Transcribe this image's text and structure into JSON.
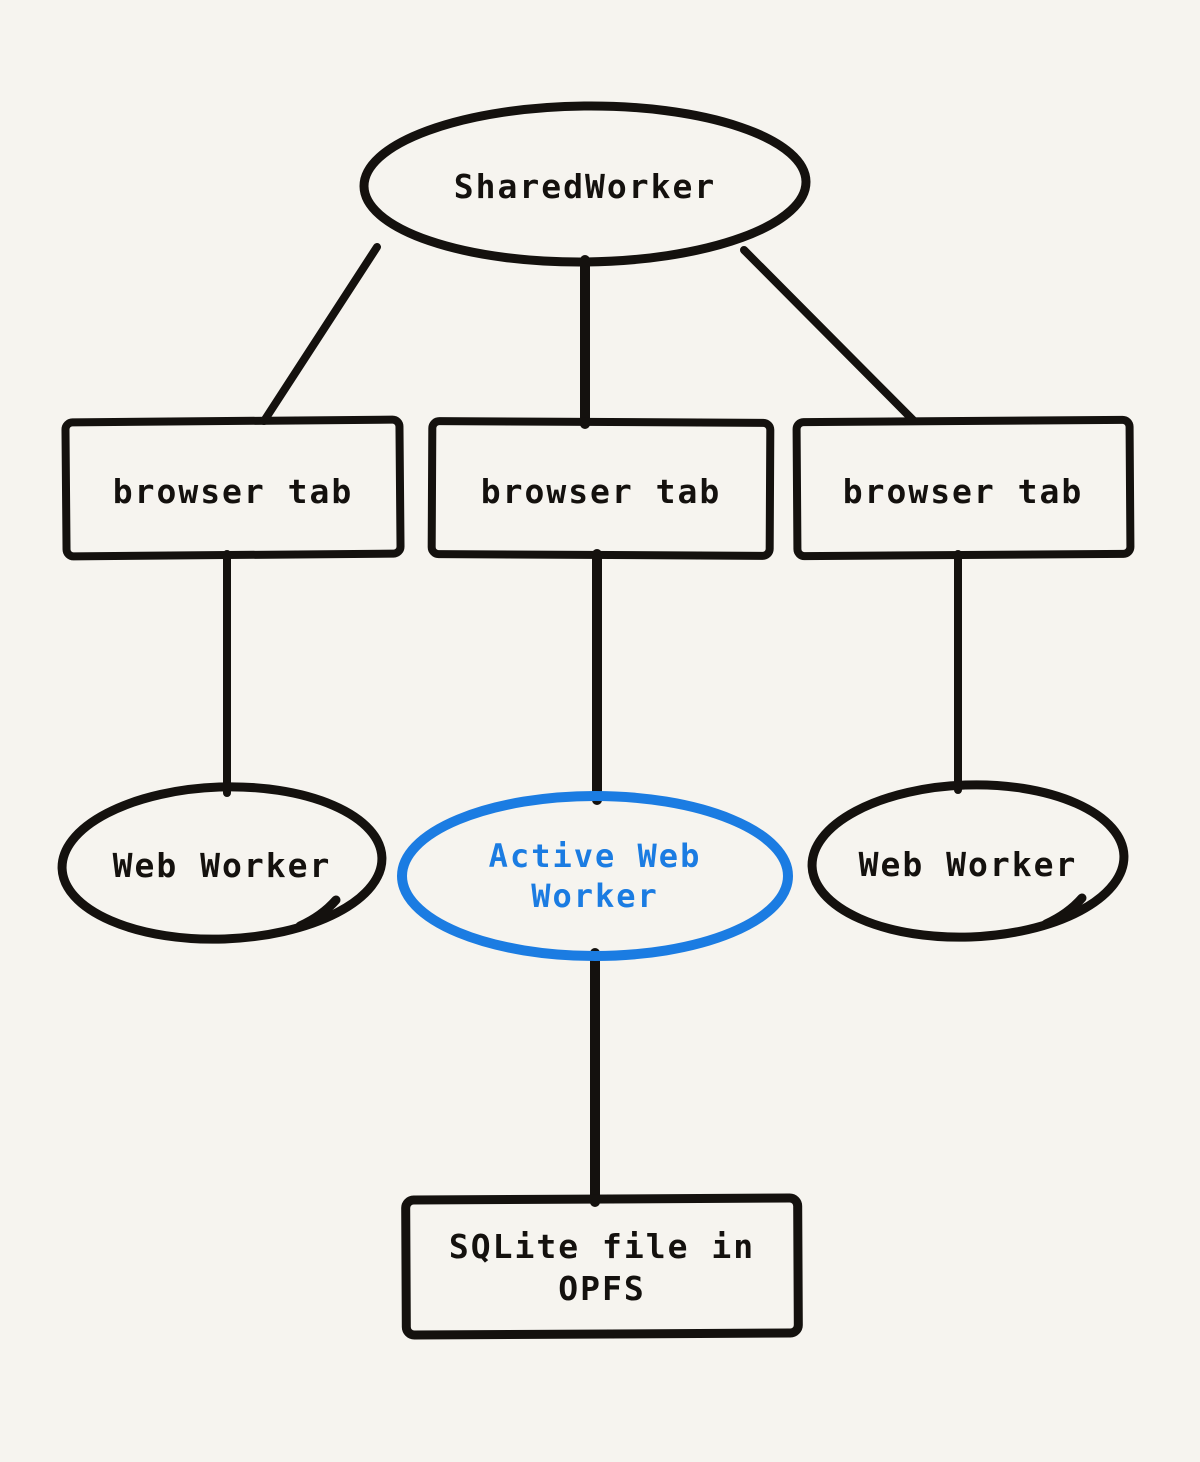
{
  "diagram": {
    "title": "SharedWorker / browser tabs / web workers / SQLite OPFS architecture",
    "nodes": {
      "shared_worker": {
        "label": "SharedWorker",
        "shape": "ellipse",
        "highlighted": false
      },
      "browser_tab_1": {
        "label": "browser tab",
        "shape": "rectangle",
        "highlighted": false
      },
      "browser_tab_2": {
        "label": "browser tab",
        "shape": "rectangle",
        "highlighted": false
      },
      "browser_tab_3": {
        "label": "browser tab",
        "shape": "rectangle",
        "highlighted": false
      },
      "web_worker_left": {
        "label": "Web Worker",
        "shape": "ellipse",
        "highlighted": false
      },
      "active_web_worker": {
        "label": "Active Web Worker",
        "shape": "ellipse",
        "highlighted": true
      },
      "web_worker_right": {
        "label": "Web Worker",
        "shape": "ellipse",
        "highlighted": false
      },
      "sqlite_file": {
        "label": "SQLite file in OPFS",
        "shape": "rectangle",
        "highlighted": false
      }
    },
    "edges": [
      {
        "from": "shared_worker",
        "to": "browser_tab_1"
      },
      {
        "from": "shared_worker",
        "to": "browser_tab_2"
      },
      {
        "from": "shared_worker",
        "to": "browser_tab_3"
      },
      {
        "from": "browser_tab_1",
        "to": "web_worker_left"
      },
      {
        "from": "browser_tab_2",
        "to": "active_web_worker"
      },
      {
        "from": "browser_tab_3",
        "to": "web_worker_right"
      },
      {
        "from": "active_web_worker",
        "to": "sqlite_file"
      }
    ]
  },
  "colors": {
    "background": "#f6f4ef",
    "ink": "#14110e",
    "accent": "#1b7ce2"
  }
}
